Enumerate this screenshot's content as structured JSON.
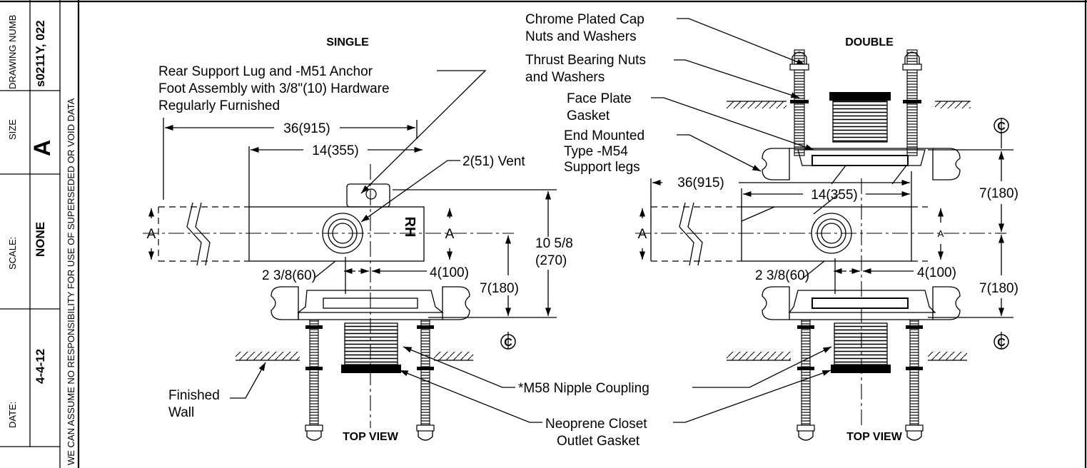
{
  "title_block": {
    "drawing_number_label": "DRAWING NUMB",
    "drawing_number": "s0211Y, 022",
    "size_label": "SIZE",
    "size": "A",
    "scale_label": "SCALE:",
    "scale": "NONE",
    "date_label": "DATE:",
    "date": "4-4-12",
    "disclaimer": "WE CAN ASSUME NO RESPONSIBILITY FOR USE OF SUPERSEDED OR VOID DATA"
  },
  "single": {
    "heading": "SINGLE",
    "callout_lug": [
      "Rear Support Lug and -M51 Anchor",
      "Foot Assembly with 3/8\"(10) Hardware",
      "Regularly Furnished"
    ],
    "dim_36": "36(915)",
    "dim_14": "14(355)",
    "vent": "2(51) Vent",
    "rh": "RH",
    "a_left": "A",
    "a_right": "A",
    "dim_10_5_8": "10 5/8",
    "dim_270": "(270)",
    "dim_2_3_8": "2 3/8(60)",
    "dim_4": "4(100)",
    "dim_7": "7(180)",
    "finished_wall": [
      "Finished",
      "Wall"
    ],
    "footer": "TOP VIEW"
  },
  "double": {
    "heading": "DOUBLE",
    "cap_nuts": [
      "Chrome Plated Cap",
      "Nuts and Washers"
    ],
    "thrust": [
      "Thrust Bearing Nuts",
      "and Washers"
    ],
    "face_plate": [
      "Face Plate",
      "Gasket"
    ],
    "end_mounted": [
      "End Mounted",
      "Type -M54",
      "Support legs"
    ],
    "dim_36": "36(915)",
    "dim_14": "14(355)",
    "a_left": "A",
    "a_right": "A",
    "dim_7_top": "7(180)",
    "dim_7_bottom": "7(180)",
    "dim_2_3_8": "2 3/8(60)",
    "dim_4": "4(100)",
    "footer": "TOP VIEW"
  },
  "shared": {
    "nipple": "*M58 Nipple Coupling",
    "neoprene": [
      "Neoprene Closet",
      "Outlet Gasket"
    ]
  }
}
